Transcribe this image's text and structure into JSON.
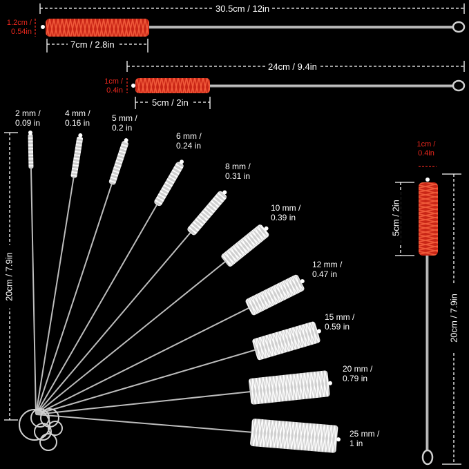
{
  "long_brush_1": {
    "length_label": "30.5cm / 12in",
    "head_length_label": "7cm / 2.8in",
    "diameter_label": "1.2cm /\n0.54in",
    "diameter_line1": "1.2cm /",
    "diameter_line2": "0.54in"
  },
  "long_brush_2": {
    "length_label": "24cm / 9.4in",
    "head_length_label": "5cm / 2in",
    "diameter_line1": "1cm /",
    "diameter_line2": "0.4in"
  },
  "fan_brushes": {
    "length_label": "20cm / 7.9in",
    "sizes": [
      {
        "line1": "2 mm /",
        "line2": "0.09 in"
      },
      {
        "line1": "4 mm /",
        "line2": "0.16 in"
      },
      {
        "line1": "5 mm /",
        "line2": "0.2 in"
      },
      {
        "line1": "6 mm /",
        "line2": "0.24 in"
      },
      {
        "line1": "8 mm /",
        "line2": "0.31 in"
      },
      {
        "line1": "10 mm /",
        "line2": "0.39 in"
      },
      {
        "line1": "12 mm /",
        "line2": "0.47 in"
      },
      {
        "line1": "15 mm /",
        "line2": "0.59 in"
      },
      {
        "line1": "20 mm /",
        "line2": "0.79 in"
      },
      {
        "line1": "25 mm /",
        "line2": "1 in"
      }
    ]
  },
  "vertical_brush": {
    "diameter_line1": "1cm /",
    "diameter_line2": "0.4in",
    "head_length_label": "5cm / 2in",
    "length_label": "20cm / 7.9in"
  },
  "colors": {
    "background": "#000000",
    "bristle_red": "#e0301f",
    "bristle_white": "#e8e8e8",
    "wire": "#bfbfbf",
    "dimension_line": "#ffffff",
    "red_text": "#e8271d"
  }
}
